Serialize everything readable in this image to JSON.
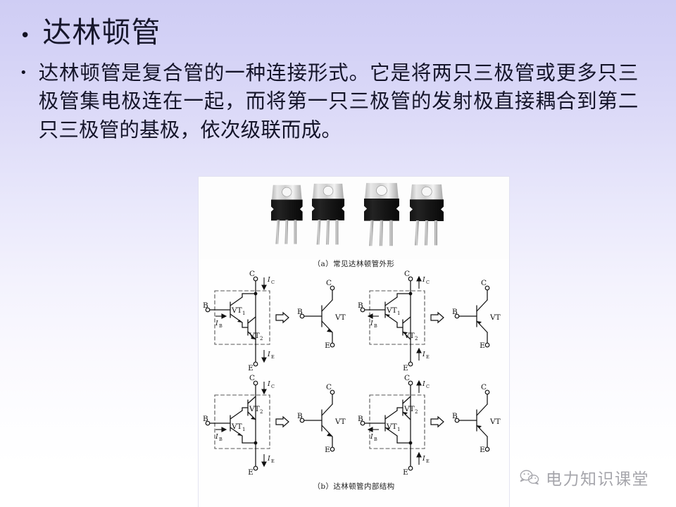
{
  "slide": {
    "title": "达林顿管",
    "body": "达林顿管是复合管的一种连接形式。它是将两只三极管或更多只三极管集电极连在一起，而将第一只三极管的发射极直接耦合到第二只三极管的基极，依次级联而成。",
    "bullet_glyph": "•"
  },
  "figure": {
    "photo_caption": "（a）常见达林顿管外形",
    "circuit_caption": "（b）达林顿管内部结构",
    "photos": [
      {
        "name": "to220-transistor-1"
      },
      {
        "name": "to220-transistor-2"
      },
      {
        "name": "to220-transistor-3"
      },
      {
        "name": "to220-transistor-4"
      }
    ],
    "circuits": [
      {
        "id": "npn-vt1-top",
        "type": "NPN",
        "terminals": {
          "collector": "C",
          "base": "B",
          "emitter": "E"
        },
        "currents": {
          "ic": "I",
          "ic_sub": "C",
          "ib": "I",
          "ib_sub": "B",
          "ie": "I",
          "ie_sub": "E"
        },
        "inner_labels": [
          {
            "text": "VT",
            "sub": "1"
          },
          {
            "text": "VT",
            "sub": "2"
          }
        ],
        "equivalent_label": "VT",
        "arrow": "⇒"
      },
      {
        "id": "pnp-vt1-top",
        "type": "PNP",
        "terminals": {
          "collector": "C",
          "base": "B",
          "emitter": "E"
        },
        "currents": {
          "ic": "I",
          "ic_sub": "C",
          "ib": "I",
          "ib_sub": "B",
          "ie": "I",
          "ie_sub": "E"
        },
        "inner_labels": [
          {
            "text": "VT",
            "sub": "1"
          },
          {
            "text": "VT",
            "sub": "2"
          }
        ],
        "equivalent_label": "VT",
        "arrow": "⇒"
      },
      {
        "id": "npn-vt2-top",
        "type": "NPN",
        "terminals": {
          "collector": "C",
          "base": "B",
          "emitter": "E"
        },
        "currents": {
          "ic": "I",
          "ic_sub": "C",
          "ib": "I",
          "ib_sub": "B",
          "ie": "I",
          "ie_sub": "E"
        },
        "inner_labels": [
          {
            "text": "VT",
            "sub": "2"
          },
          {
            "text": "VT",
            "sub": "1"
          }
        ],
        "equivalent_label": "VT",
        "arrow": "⇒"
      },
      {
        "id": "pnp-vt2-top",
        "type": "PNP",
        "terminals": {
          "collector": "C",
          "base": "B",
          "emitter": "E"
        },
        "currents": {
          "ic": "I",
          "ic_sub": "C",
          "ib": "I",
          "ib_sub": "B",
          "ie": "I",
          "ie_sub": "E"
        },
        "inner_labels": [
          {
            "text": "VT",
            "sub": "2"
          },
          {
            "text": "VT",
            "sub": "1"
          }
        ],
        "equivalent_label": "VT",
        "arrow": "⇒"
      }
    ]
  },
  "watermark": {
    "label": "电力知识课堂",
    "icon": "wechat-icon"
  },
  "colors": {
    "background_top": "#cfcdf4",
    "background_bottom": "#ffffff",
    "text": "#15152a",
    "panel": "#fefefe",
    "watermark": "#6f6f78"
  }
}
